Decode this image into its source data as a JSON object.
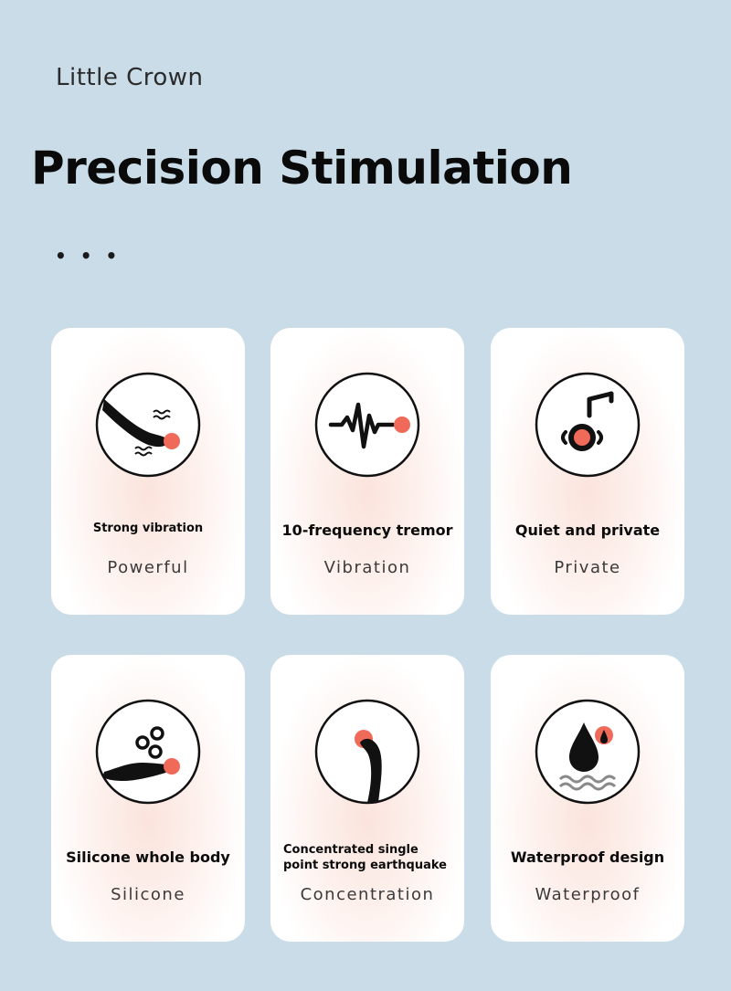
{
  "brand": "Little Crown",
  "headline": "Precision Stimulation",
  "ellipsis": "• • •",
  "accent_color": "#f06a5a",
  "cards": [
    {
      "title": "Strong vibration",
      "subtitle": "Powerful",
      "icon": "finger-vibration-icon"
    },
    {
      "title": "10-frequency tremor",
      "subtitle": "Vibration",
      "icon": "waveform-icon"
    },
    {
      "title": "Quiet and private",
      "subtitle": "Private",
      "icon": "mute-note-icon"
    },
    {
      "title": "Silicone whole body",
      "subtitle": "Silicone",
      "icon": "hand-bubbles-icon"
    },
    {
      "title": "Concentrated single point strong earthquake",
      "subtitle": "Concentration",
      "icon": "single-point-icon"
    },
    {
      "title": "Waterproof design",
      "subtitle": "Waterproof",
      "icon": "water-drop-icon"
    }
  ]
}
